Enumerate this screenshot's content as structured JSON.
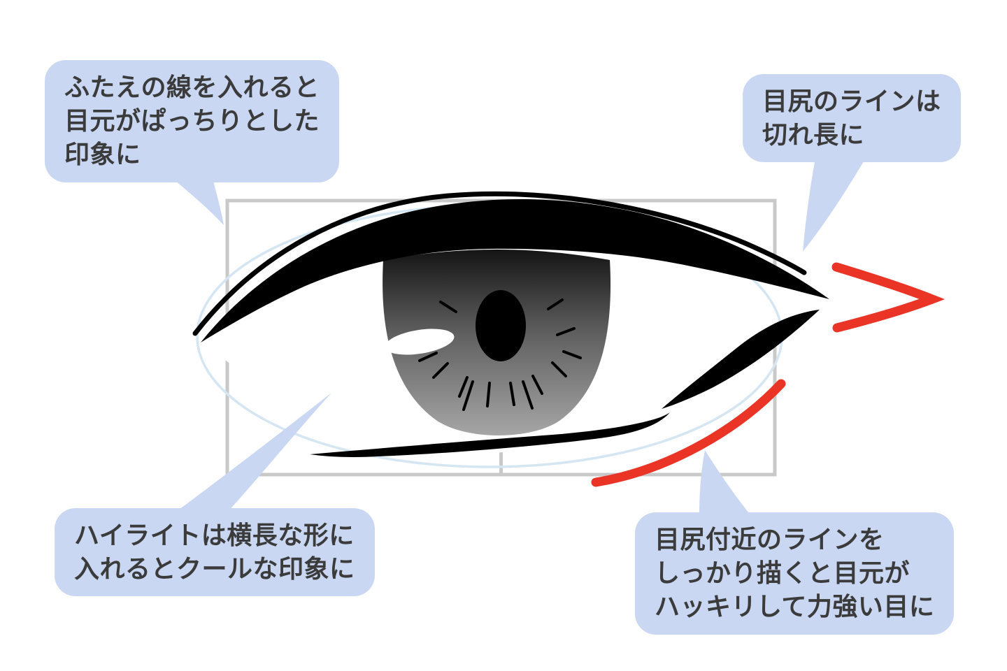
{
  "page": {
    "background": "#ffffff"
  },
  "colors": {
    "bubble": "#c9d7f3",
    "bubble_text": "#3b3b3b",
    "ink": "#000000",
    "accent_red": "#ea3426",
    "grid": "#c9c9c9",
    "guide_blue": "#d5e6f3",
    "iris_top": "#141414",
    "iris_mid": "#5f5f5f",
    "iris_bottom": "#a6a6a6",
    "white": "#ffffff"
  },
  "callouts": [
    {
      "id": "double-eyelid-note",
      "lines": [
        "ふたえの線を入れると",
        "目元がぱっちりとした",
        "印象に"
      ]
    },
    {
      "id": "outer-corner-note",
      "lines": [
        "目尻のラインは",
        "切れ長に"
      ]
    },
    {
      "id": "highlight-note",
      "lines": [
        "ハイライトは横長な形に",
        "入れるとクールな印象に"
      ]
    },
    {
      "id": "corner-line-note",
      "lines": [
        "目尻付近のラインを",
        "しっかり描くと目元が",
        "ハッキリして力強い目に"
      ]
    }
  ]
}
